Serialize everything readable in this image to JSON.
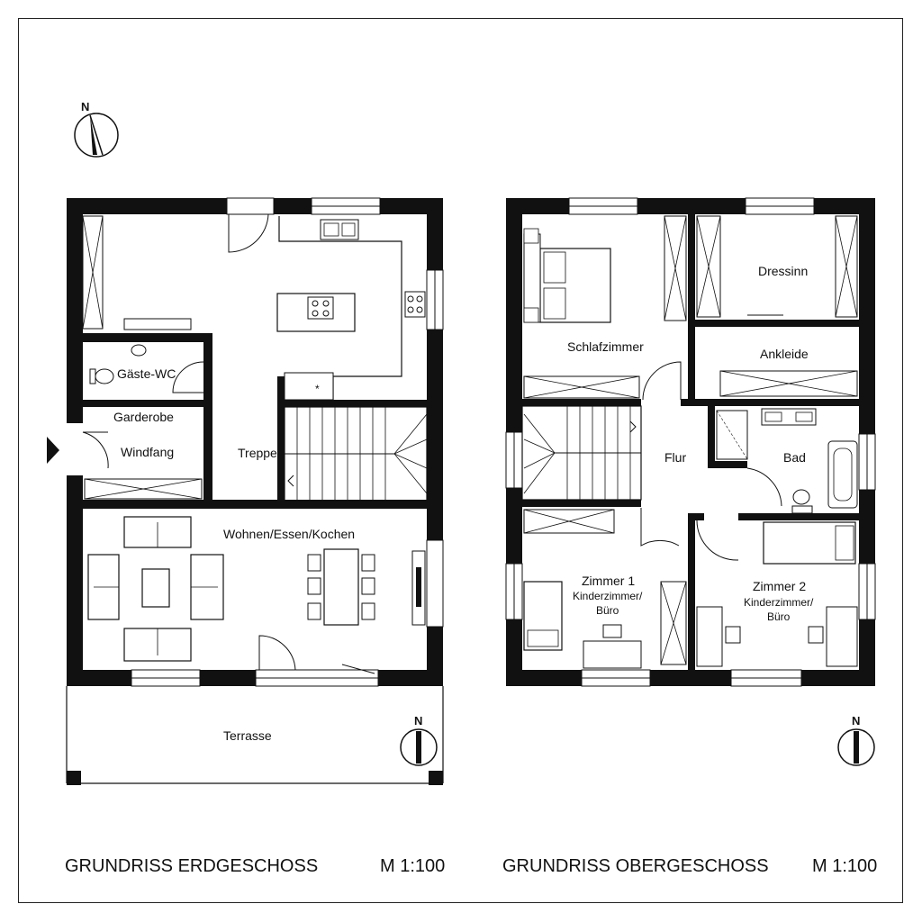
{
  "ground_floor": {
    "rooms": {
      "gaeste_wc": "Gäste-WC",
      "garderobe": "Garderobe",
      "windfang": "Windfang",
      "treppe": "Treppe",
      "wohnen": "Wohnen/Essen/Kochen",
      "terrasse": "Terrasse"
    },
    "caption": "GRUNDRISS ERDGESCHOSS",
    "scale": "M 1:100",
    "north_label": "N"
  },
  "upper_floor": {
    "rooms": {
      "schlafzimmer": "Schlafzimmer",
      "dressing": "Dressinn",
      "ankleide": "Ankleide",
      "flur": "Flur",
      "bad": "Bad",
      "zimmer1_title": "Zimmer 1",
      "zimmer1_sub1": "Kinderzimmer/",
      "zimmer1_sub2": "Büro",
      "zimmer2_title": "Zimmer 2",
      "zimmer2_sub1": "Kinderzimmer/",
      "zimmer2_sub2": "Büro"
    },
    "caption": "GRUNDRISS OBERGESCHOSS",
    "scale": "M 1:100",
    "north_label": "N"
  },
  "site_north_label": "N"
}
